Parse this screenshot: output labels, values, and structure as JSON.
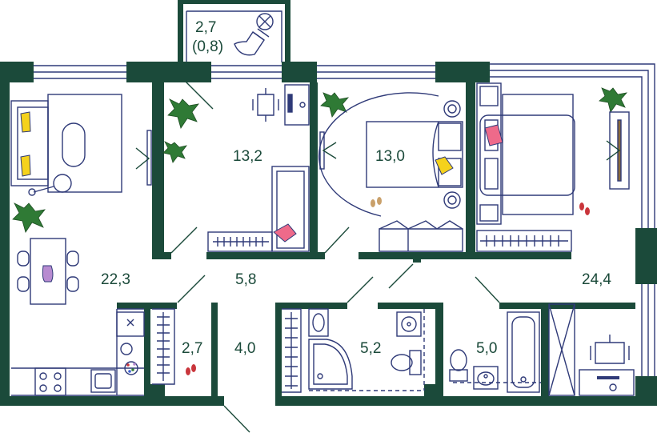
{
  "colors": {
    "wall": "#1b4a3a",
    "furniture_line": "#2f3a78",
    "plant": "#2f7a35",
    "pillow_yellow": "#f5d21c",
    "pillow_pink": "#ee6a8a",
    "vase": "#b78bd0",
    "slippers": "#c9353b"
  },
  "rooms": {
    "balcony": {
      "area": "2,7",
      "area_reduced": "(0,8)"
    },
    "office": {
      "area": "13,2"
    },
    "bedroom_small": {
      "area": "13,0"
    },
    "living_kitchen": {
      "area": "22,3"
    },
    "hallway": {
      "area": "5,8"
    },
    "master_bedroom": {
      "area": "24,4"
    },
    "storage": {
      "area": "2,7"
    },
    "corridor": {
      "area": "4,0"
    },
    "bathroom_1": {
      "area": "5,2"
    },
    "bathroom_2": {
      "area": "5,0"
    }
  },
  "icons": [
    "plant-icon",
    "sofa-icon",
    "dining-table-icon",
    "double-bed-icon",
    "single-bed-icon",
    "desk-chair-icon",
    "stove-icon",
    "sink-icon",
    "toilet-icon",
    "bathtub-icon",
    "shower-icon",
    "wardrobe-icon",
    "tv-icon",
    "slippers-icon",
    "washing-machine-icon"
  ]
}
